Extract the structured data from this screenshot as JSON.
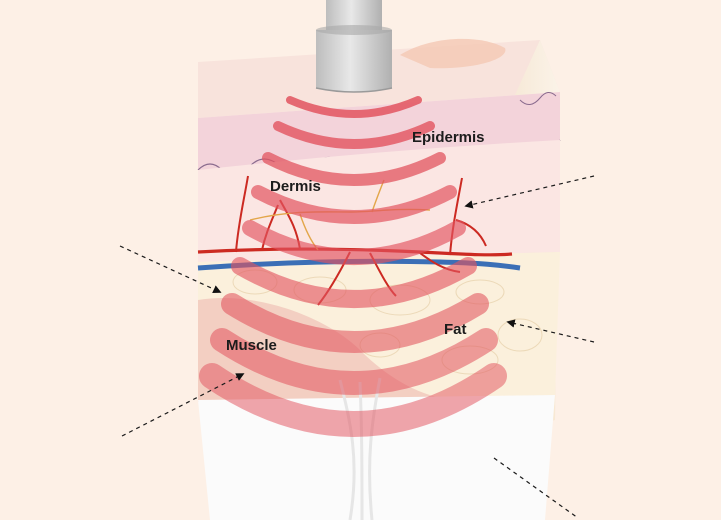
{
  "labels": {
    "epidermis": "Epidermis",
    "dermis": "Dermis",
    "fat": "Fat",
    "muscle": "Muscle"
  },
  "colors": {
    "background": "#fdf0e6",
    "epidermis": "#f3d3da",
    "dermis": "#fbe6e3",
    "fat": "#fbf0dc",
    "muscle": "#f0c4b9",
    "ultrasound_wave": "#e2545f",
    "artery": "#cc2a22",
    "vein": "#3b6fb6",
    "nerve": "#e3a64a",
    "transducer": "#cfcfcf"
  },
  "icons": [
    "ultrasound-transducer-icon",
    "pointer-arrow-icon"
  ]
}
